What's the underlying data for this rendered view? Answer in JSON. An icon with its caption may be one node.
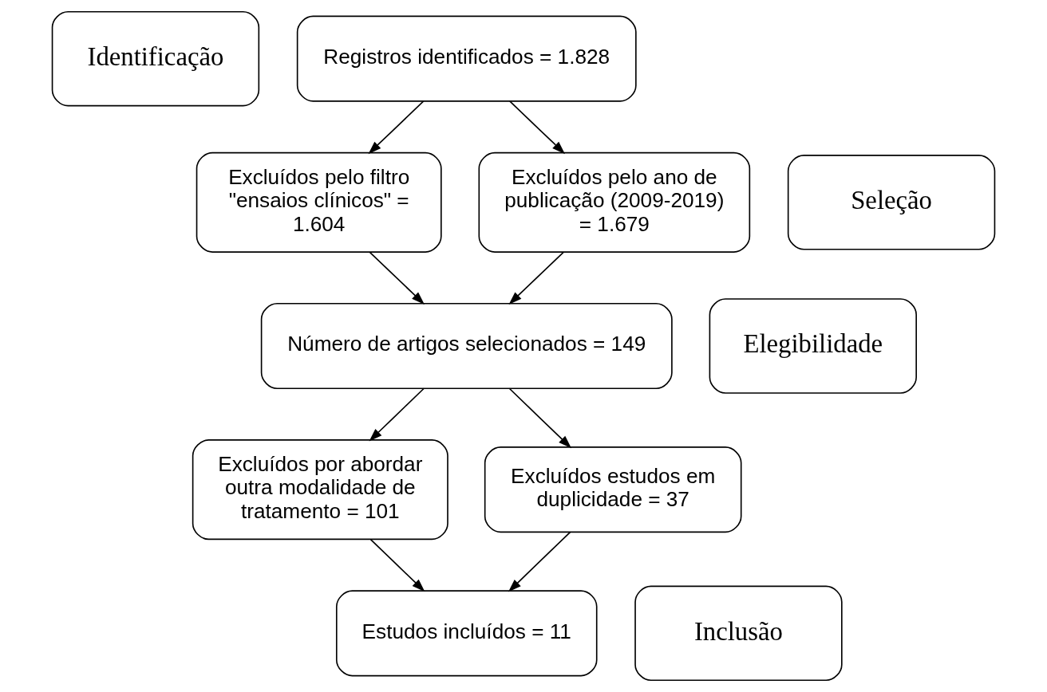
{
  "diagram": {
    "nodes": [
      {
        "text": [
          "Identificação"
        ]
      },
      {
        "text": [
          "Registros identificados = 1.828"
        ]
      },
      {
        "text": [
          "Seleção"
        ]
      },
      {
        "text": [
          "Excluídos pelo filtro \"ensaios clínicos\" = 1.604"
        ]
      },
      {
        "text": [
          "Excluídos pelo ano de publicação (2009-2019) = 1.679"
        ]
      },
      {
        "text": [
          "Elegibilidade"
        ]
      },
      {
        "text": [
          "Número de artigos selecionados = 149"
        ]
      },
      {
        "text": [
          "Excluídos por abordar outra modalidade de tratamento = 101"
        ]
      },
      {
        "text": [
          "Excluídos estudos em duplicidade = 37"
        ]
      },
      {
        "text": [
          "Inclusão"
        ]
      },
      {
        "text": [
          "Estudos incluídos = 11"
        ]
      }
    ],
    "edges": [
      {
        "from": 1,
        "to": 3,
        "arrow": "to"
      },
      {
        "from": 1,
        "to": 4,
        "arrow": "to"
      },
      {
        "from": 3,
        "to": 6,
        "arrow": "to"
      },
      {
        "from": 4,
        "to": 6,
        "arrow": "to"
      },
      {
        "from": 6,
        "to": 7,
        "arrow": "to"
      },
      {
        "from": 6,
        "to": 8,
        "arrow": "to"
      },
      {
        "from": 7,
        "to": 10,
        "arrow": "to"
      },
      {
        "from": 8,
        "to": 10,
        "arrow": "to"
      }
    ]
  }
}
